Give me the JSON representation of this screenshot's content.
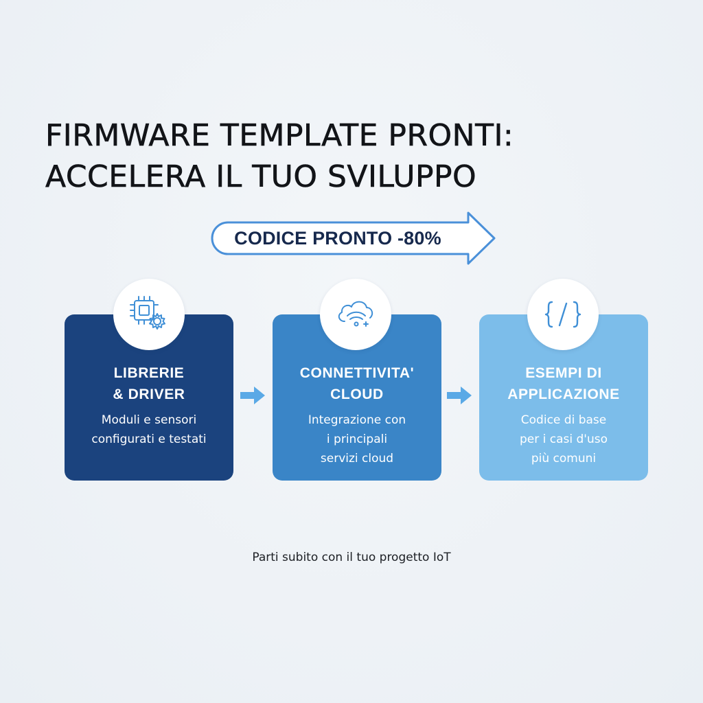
{
  "title": {
    "line1": "FIRMWARE TEMPLATE PRONTI:",
    "line2": "ACCELERA IL TUO SVILUPPO"
  },
  "badge": {
    "label": "CODICE PRONTO -80%"
  },
  "cards": [
    {
      "icon": "chip-gear-icon",
      "title_lines": [
        "LIBRERIE",
        "& DRIVER"
      ],
      "desc_lines": [
        "Moduli e sensori",
        "configurati e testati"
      ],
      "color": "#1b437e"
    },
    {
      "icon": "cloud-wifi-icon",
      "title_lines": [
        "CONNETTIVITA'",
        "CLOUD"
      ],
      "desc_lines": [
        "Integrazione con",
        "i principali",
        "servizi cloud"
      ],
      "color": "#3a85c7"
    },
    {
      "icon": "code-brackets-icon",
      "title_lines": [
        "ESEMPI DI",
        "APPLICAZIONE"
      ],
      "desc_lines": [
        "Codice di base",
        "per i casi d'uso",
        "più comuni"
      ],
      "color": "#7cbdea"
    }
  ],
  "footer": {
    "text": "Parti subito con il tuo progetto IoT"
  },
  "colors": {
    "accent": "#4a90d9",
    "arrow": "#5aa9e6",
    "background": "#eef2f6"
  }
}
